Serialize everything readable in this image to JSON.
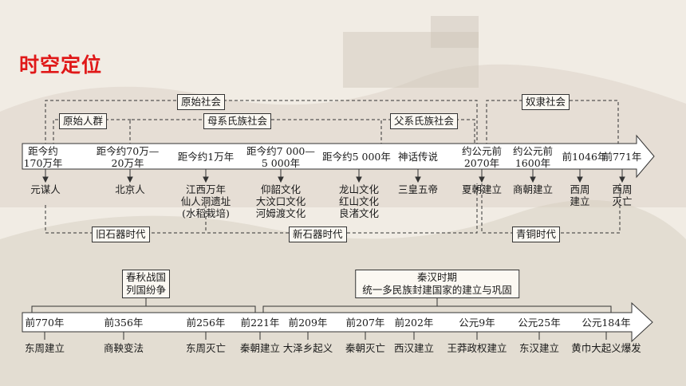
{
  "title": "时空定位",
  "timeline1": {
    "periods_top": [
      "原始社会",
      "奴隶社会"
    ],
    "periods_mid": [
      "原始人群",
      "母系氏族社会",
      "父系氏族社会"
    ],
    "periods_bottom": [
      "旧石器时代",
      "新石器时代",
      "青铜时代"
    ],
    "dates": [
      "距今约\n170万年",
      "距今约70万—\n20万年",
      "距今约1万年",
      "距今约7 000—\n5 000年",
      "距今约5 000年",
      "神话传说",
      "约公元前\n2070年",
      "约公元前\n1600年",
      "前1046年",
      "前771年"
    ],
    "events": [
      "元谋人",
      "北京人",
      "江西万年\n仙人洞遗址\n(水稻栽培)",
      "仰韶文化\n大汶口文化\n河姆渡文化",
      "龙山文化\n红山文化\n良渚文化",
      "三皇五帝",
      "夏朝建立",
      "商朝建立",
      "西周\n建立",
      "西周\n灭亡"
    ]
  },
  "timeline2": {
    "periods": [
      "春秋战国\n列国纷争",
      "秦汉时期\n统一多民族封建国家的建立与巩固"
    ],
    "dates": [
      "前770年",
      "前356年",
      "前256年",
      "前221年",
      "前209年",
      "前207年",
      "前202年",
      "公元9年",
      "公元25年",
      "公元184年"
    ],
    "events": [
      "东周建立",
      "商鞅变法",
      "东周灭亡",
      "秦朝建立",
      "大泽乡起义",
      "秦朝灭亡",
      "西汉建立",
      "王莽政权建立",
      "东汉建立",
      "黄巾大起义爆发"
    ]
  },
  "colors": {
    "title": "#e01818",
    "arrow_fill": "#ffffff",
    "line": "#333333"
  }
}
